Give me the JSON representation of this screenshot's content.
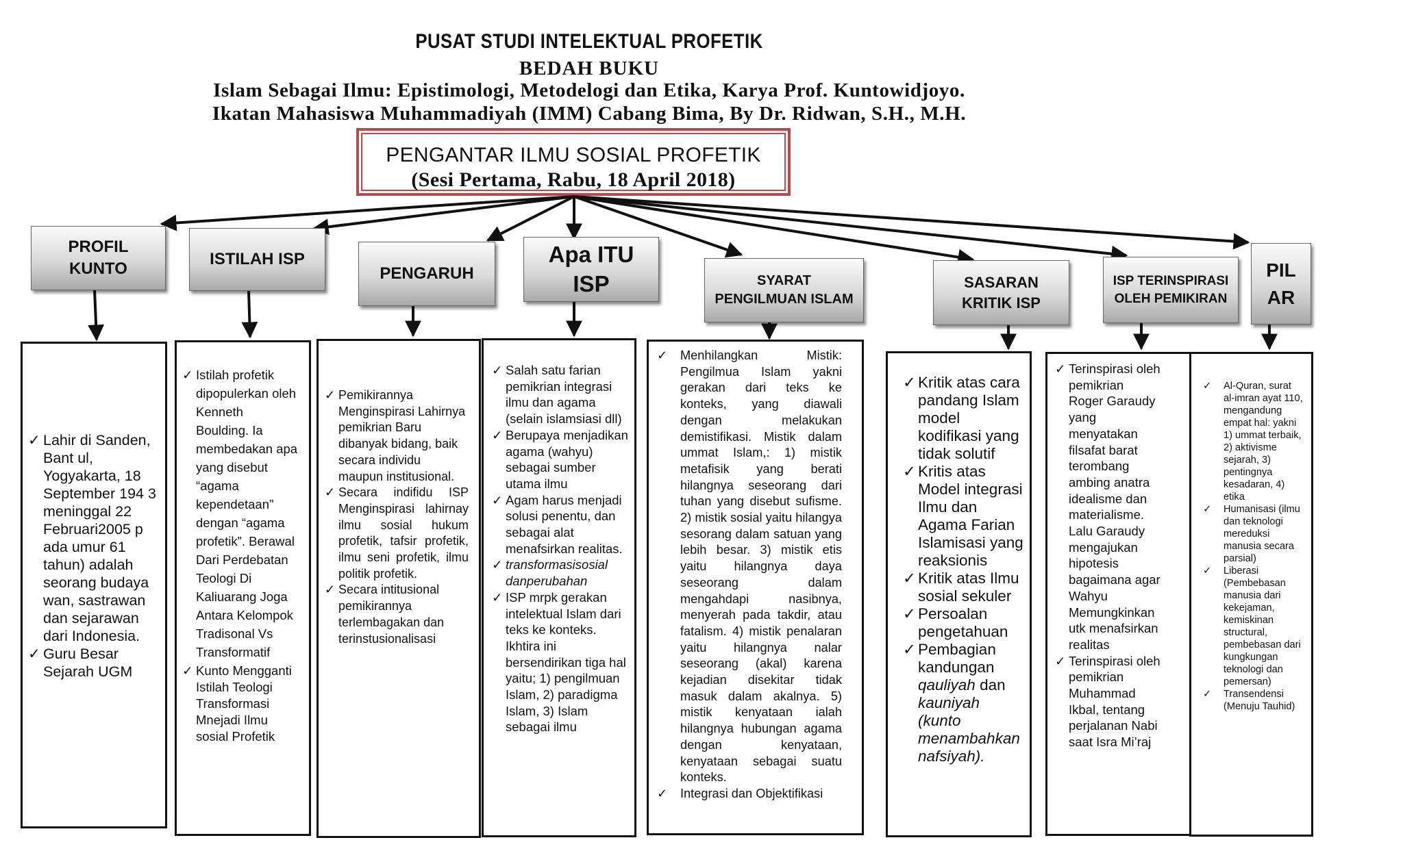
{
  "header": {
    "line1": "PUSAT STUDI INTELEKTUAL PROFETIK",
    "line2": "BEDAH BUKU",
    "line3": "Islam Sebagai Ilmu: Epistimologi, Metodelogi dan Etika, Karya Prof. Kuntowidjoyo.",
    "line4": "Ikatan Mahasiswa Muhammadiyah (IMM) Cabang Bima, By Dr. Ridwan, S.H., M.H."
  },
  "main": {
    "title": "PENGANTAR ILMU SOSIAL PROFETIK",
    "subtitle": "(Sesi Pertama, Rabu, 18 April 2018)"
  },
  "check_symbol": "✓",
  "categories": [
    {
      "label": "PROFIL\nKUNTO"
    },
    {
      "label": "ISTILAH ISP"
    },
    {
      "label": "PENGARUH"
    },
    {
      "label": "Apa ITU\nISP"
    },
    {
      "label": "SYARAT\nPENGILMUAN ISLAM"
    },
    {
      "label": "SASARAN\nKRITIK ISP"
    },
    {
      "label": "ISP TERINSPIRASI\nOLEH PEMIKIRAN"
    },
    {
      "label": "PIL\nAR"
    }
  ],
  "profil": [
    {
      "text": "Lahir di Sanden, Bant ul, Yogyakarta, 18 September 194 3 meninggal 22 Februari2005 p ada umur 61 tahun) adalah seorang budaya wan, sastrawan dan sejarawan dari Indonesia."
    },
    {
      "text": "Guru Besar Sejarah UGM"
    }
  ],
  "istilah": [
    {
      "text": "Istilah profetik dipopulerkan oleh Kenneth Boulding. Ia membedakan apa yang disebut “agama kependetaan” dengan “agama profetik”. Berawal Dari Perdebatan Teologi Di Kaliuarang Joga Antara Kelompok Tradisonal Vs Transformatif"
    },
    {
      "text": "Kunto Mengganti Istilah Teologi Transformasi Mnejadi Ilmu sosial Profetik"
    }
  ],
  "pengaruh": [
    {
      "text": "Pemikirannya Menginspirasi Lahirnya pemikrian Baru dibanyak bidang, baik secara individu maupun institusional."
    },
    {
      "text": "Secara indifidu ISP Menginspirasi lahirnay ilmu sosial hukum profetik, tafsir profetik, ilmu seni profetik, ilmu politik profetik."
    },
    {
      "text": "Secara intitusional pemikirannya terlembagakan dan terinstusionalisasi"
    }
  ],
  "apa_itu": [
    {
      "text": "Salah satu farian pemikrian integrasi ilmu dan agama (selain islamsiasi dll)"
    },
    {
      "text": "Berupaya menjadikan agama (wahyu) sebagai sumber utama ilmu"
    },
    {
      "text": "Agam harus menjadi solusi penentu, dan sebagai alat menafsirkan realitas."
    },
    {
      "text": "transformasisosial danperubahan",
      "italic": true
    },
    {
      "text": "ISP mrpk gerakan intelektual Islam dari teks ke konteks. Ikhtira ini bersendirikan tiga hal yaitu; 1) pengilmuan Islam, 2) paradigma Islam, 3) Islam sebagai ilmu"
    }
  ],
  "syarat": [
    {
      "text": "Menhilangkan Mistik: Pengilmua Islam yakni gerakan dari teks ke konteks, yang diawali dengan melakukan demistifikasi. Mistik dalam ummat Islam,: 1) mistik metafisik yang berati hilangnya seseorang dari tuhan yang disebut sufisme. 2) mistik sosial yaitu hilangya sesorang dalam satuan yang lebih besar. 3) mistik etis yaitu hilangnya daya seseorang dalam mengahdapi nasibnya, menyerah pada takdir, atau fatalism. 4) mistik penalaran yaitu hilangnya nalar seseorang (akal) karena kejadian disekitar tidak masuk dalam akalnya. 5) mistik kenyataan ialah hilangnya hubungan agama dengan kenyataan, kenyataan sebagai suatu konteks."
    },
    {
      "text": "Integrasi dan Objektifikasi"
    }
  ],
  "sasaran": {
    "items": [
      {
        "text": "Kritik atas cara pandang Islam model kodifikasi yang tidak solutif"
      },
      {
        "text": "Kritis atas Model integrasi Ilmu dan Agama Farian Islamisasi yang reaksionis"
      },
      {
        "text": "Kritik atas Ilmu sosial sekuler"
      },
      {
        "text": "Persoalan pengetahuan"
      }
    ],
    "last_prefix": "Pembagian kandungan",
    "last_italic1": "qauliyah",
    "last_mid": "dan",
    "last_italic2": "kauniyah (kunto menambahkan nafsiyah)."
  },
  "terinspirasi": [
    {
      "text": "Terinspirasi oleh pemikrian Roger Garaudy yang menyatakan filsafat barat terombang ambing anatra idealisme dan materialisme. Lalu Garaudy mengajukan hipotesis bagaimana agar Wahyu Memungkinkan utk menafsirkan realitas"
    },
    {
      "text": "Terinspirasi oleh pemikrian Muhammad Ikbal, tentang perjalanan Nabi saat Isra Mi’raj"
    }
  ],
  "pilar": [
    {
      "text": "Al-Quran, surat al-imran ayat 110, mengandung empat hal: yakni 1) ummat terbaik, 2) aktivisme sejarah, 3) pentingnya kesadaran, 4) etika"
    },
    {
      "text": "Humanisasi (ilmu dan teknologi mereduksi manusia secara parsial)"
    },
    {
      "text": "Liberasi (Pembebasan manusia dari kekejaman, kemiskinan structural, pembebasan dari kungkungan teknologi dan pemersan)"
    },
    {
      "text": "Transendensi (Menuju Tauhid)"
    }
  ]
}
